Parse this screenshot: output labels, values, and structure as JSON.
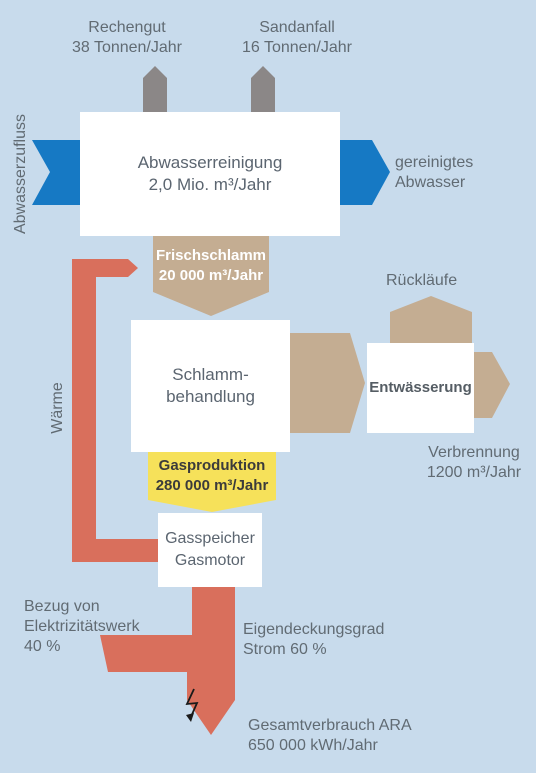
{
  "colors": {
    "background": "#c8dbec",
    "grey_arrow": "#8a8a8a",
    "blue_arrow": "#1679c4",
    "tan_flow": "#c4ad92",
    "red_flow": "#d96f5c",
    "yellow_flow": "#f6e15a"
  },
  "inputs": {
    "rechengut": {
      "name": "Rechengut",
      "value": "38 Tonnen/Jahr"
    },
    "sandanfall": {
      "name": "Sandanfall",
      "value": "16 Tonnen/Jahr"
    },
    "abwasserzufluss": "Abwasserzufluss"
  },
  "boxes": {
    "abwasserreinigung": {
      "title": "Abwasserreinigung",
      "value": "2,0 Mio. m³/Jahr"
    },
    "schlammbehandlung": {
      "line1": "Schlamm-",
      "line2": "behandlung"
    },
    "entwaesserung": "Entwässerung",
    "gas": {
      "line1": "Gasspeicher",
      "line2": "Gasmotor"
    }
  },
  "flows": {
    "gereinigtes": {
      "line1": "gereinigtes",
      "line2": "Abwasser"
    },
    "frischschlamm": {
      "name": "Frischschlamm",
      "value": "20 000 m³/Jahr"
    },
    "ruecklaeufe": "Rückläufe",
    "verbrennung": {
      "name": "Verbrennung",
      "value": "1200 m³/Jahr"
    },
    "gasproduktion": {
      "name": "Gasproduktion",
      "value": "280 000 m³/Jahr"
    },
    "waerme": "Wärme",
    "bezug": {
      "line1": "Bezug von",
      "line2": "Elektrizitätswerk",
      "value": "40 %"
    },
    "eigendeckung": {
      "line1": "Eigendeckungsgrad",
      "line2": "Strom 60 %"
    },
    "gesamt": {
      "line1": "Gesamtverbrauch ARA",
      "line2": "650 000 kWh/Jahr"
    }
  },
  "icons": {
    "lightning": "lightning-icon"
  }
}
